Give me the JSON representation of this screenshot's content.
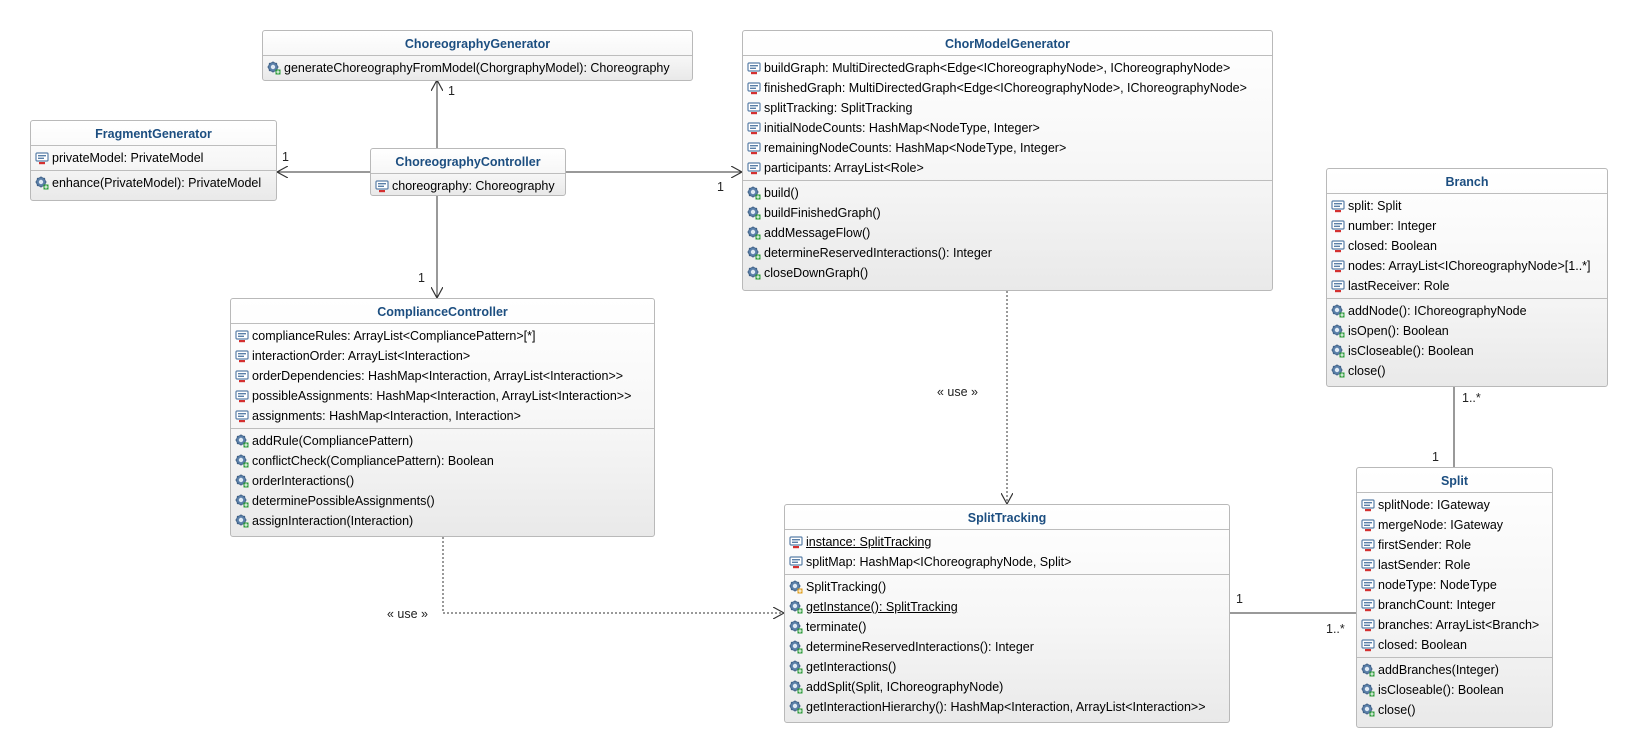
{
  "classes": {
    "choreography_generator": {
      "name": "ChoreographyGenerator",
      "attributes": [],
      "operations": [
        {
          "text": "generateChoreographyFromModel(ChorgraphyModel): Choreography",
          "static": false,
          "icon": "public-operation-icon"
        }
      ]
    },
    "chor_model_generator": {
      "name": "ChorModelGenerator",
      "attributes": [
        {
          "text": "buildGraph: MultiDirectedGraph<Edge<IChoreographyNode>, IChoreographyNode>",
          "static": false
        },
        {
          "text": "finishedGraph: MultiDirectedGraph<Edge<IChoreographyNode>, IChoreographyNode>",
          "static": false
        },
        {
          "text": "splitTracking: SplitTracking",
          "static": false
        },
        {
          "text": "initialNodeCounts: HashMap<NodeType, Integer>",
          "static": false
        },
        {
          "text": "remainingNodeCounts: HashMap<NodeType, Integer>",
          "static": false
        },
        {
          "text": "participants: ArrayList<Role>",
          "static": false
        }
      ],
      "operations": [
        {
          "text": "build()",
          "static": false,
          "icon": "public-operation-icon"
        },
        {
          "text": "buildFinishedGraph()",
          "static": false,
          "icon": "public-operation-icon"
        },
        {
          "text": "addMessageFlow()",
          "static": false,
          "icon": "public-operation-icon"
        },
        {
          "text": "determineReservedInteractions(): Integer",
          "static": false,
          "icon": "public-operation-icon"
        },
        {
          "text": "closeDownGraph()",
          "static": false,
          "icon": "public-operation-icon"
        }
      ]
    },
    "fragment_generator": {
      "name": "FragmentGenerator",
      "attributes": [
        {
          "text": "privateModel: PrivateModel",
          "static": false
        }
      ],
      "operations": [
        {
          "text": "enhance(PrivateModel): PrivateModel",
          "static": false,
          "icon": "public-operation-icon"
        }
      ]
    },
    "choreography_controller": {
      "name": "ChoreographyController",
      "attributes": [
        {
          "text": "choreography: Choreography",
          "static": false
        }
      ],
      "operations": []
    },
    "branch": {
      "name": "Branch",
      "attributes": [
        {
          "text": "split: Split",
          "static": false
        },
        {
          "text": "number: Integer",
          "static": false
        },
        {
          "text": "closed: Boolean",
          "static": false
        },
        {
          "text": "nodes: ArrayList<IChoreographyNode>[1..*]",
          "static": false
        },
        {
          "text": "lastReceiver: Role",
          "static": false
        }
      ],
      "operations": [
        {
          "text": "addNode(): IChoreographyNode",
          "static": false,
          "icon": "public-operation-icon"
        },
        {
          "text": "isOpen(): Boolean",
          "static": false,
          "icon": "public-operation-icon"
        },
        {
          "text": "isCloseable(): Boolean",
          "static": false,
          "icon": "public-operation-icon"
        },
        {
          "text": "close()",
          "static": false,
          "icon": "public-operation-icon"
        }
      ]
    },
    "compliance_controller": {
      "name": "ComplianceController",
      "attributes": [
        {
          "text": "complianceRules: ArrayList<CompliancePattern>[*]",
          "static": false
        },
        {
          "text": "interactionOrder: ArrayList<Interaction>",
          "static": false
        },
        {
          "text": "orderDependencies: HashMap<Interaction, ArrayList<Interaction>>",
          "static": false
        },
        {
          "text": "possibleAssignments: HashMap<Interaction, ArrayList<Interaction>>",
          "static": false
        },
        {
          "text": "assignments: HashMap<Interaction, Interaction>",
          "static": false
        }
      ],
      "operations": [
        {
          "text": "addRule(CompliancePattern)",
          "static": false,
          "icon": "public-operation-icon"
        },
        {
          "text": "conflictCheck(CompliancePattern): Boolean",
          "static": false,
          "icon": "public-operation-icon"
        },
        {
          "text": "orderInteractions()",
          "static": false,
          "icon": "public-operation-icon"
        },
        {
          "text": "determinePossibleAssignments()",
          "static": false,
          "icon": "public-operation-icon"
        },
        {
          "text": "assignInteraction(Interaction)",
          "static": false,
          "icon": "public-operation-icon"
        }
      ]
    },
    "split_tracking": {
      "name": "SplitTracking",
      "attributes": [
        {
          "text": "instance: SplitTracking",
          "static": true
        },
        {
          "text": "splitMap: HashMap<IChoreographyNode, Split>",
          "static": false
        }
      ],
      "operations": [
        {
          "text": "SplitTracking()",
          "static": false,
          "icon": "constructor-icon"
        },
        {
          "text": "getInstance(): SplitTracking",
          "static": true,
          "icon": "public-operation-icon"
        },
        {
          "text": "terminate()",
          "static": false,
          "icon": "public-operation-icon"
        },
        {
          "text": "determineReservedInteractions(): Integer",
          "static": false,
          "icon": "public-operation-icon"
        },
        {
          "text": "getInteractions()",
          "static": false,
          "icon": "public-operation-icon"
        },
        {
          "text": "addSplit(Split, IChoreographyNode)",
          "static": false,
          "icon": "public-operation-icon"
        },
        {
          "text": "getInteractionHierarchy(): HashMap<Interaction, ArrayList<Interaction>>",
          "static": false,
          "icon": "public-operation-icon"
        }
      ]
    },
    "split": {
      "name": "Split",
      "attributes": [
        {
          "text": "splitNode: IGateway",
          "static": false
        },
        {
          "text": "mergeNode: IGateway",
          "static": false
        },
        {
          "text": "firstSender: Role",
          "static": false
        },
        {
          "text": "lastSender: Role",
          "static": false
        },
        {
          "text": "nodeType: NodeType",
          "static": false
        },
        {
          "text": "branchCount: Integer",
          "static": false
        },
        {
          "text": "branches: ArrayList<Branch>",
          "static": false
        },
        {
          "text": "closed: Boolean",
          "static": false
        }
      ],
      "operations": [
        {
          "text": "addBranches(Integer)",
          "static": false,
          "icon": "public-operation-icon"
        },
        {
          "text": "isCloseable(): Boolean",
          "static": false,
          "icon": "public-operation-icon"
        },
        {
          "text": "close()",
          "static": false,
          "icon": "public-operation-icon"
        }
      ]
    }
  },
  "relations": {
    "controller_to_generator": {
      "multiplicity": "1"
    },
    "controller_to_fragment": {
      "multiplicity": "1"
    },
    "controller_to_model_generator": {
      "multiplicity": "1"
    },
    "controller_to_compliance": {
      "multiplicity": "1"
    },
    "model_generator_uses_split_tracking": {
      "stereotype": "« use »"
    },
    "compliance_uses_split_tracking": {
      "stereotype": "« use »"
    },
    "branch_split": {
      "branch_end": "1..*",
      "split_end": "1"
    },
    "split_tracking_split": {
      "tracking_end": "1",
      "split_end": "1..*"
    }
  },
  "colors": {
    "title": "#1c4e80",
    "border": "#b9b9b9",
    "line": "#333333",
    "attribute_icon": "#5a7fa8",
    "private_marker": "#d43030",
    "operation_icon": "#5a7fa8",
    "public_marker": "#2d9b3a",
    "constructor_marker": "#e0a020"
  }
}
